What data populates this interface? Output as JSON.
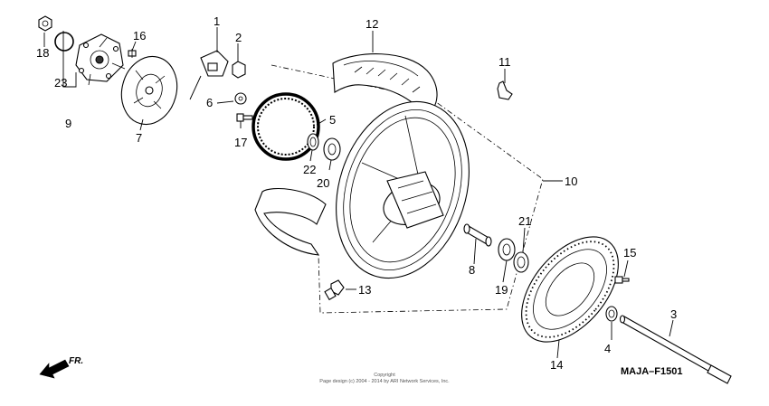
{
  "callouts": {
    "c1": "1",
    "c2": "2",
    "c3": "3",
    "c4": "4",
    "c5": "5",
    "c6": "6",
    "c7": "7",
    "c8": "8",
    "c9": "9",
    "c10": "10",
    "c11": "11",
    "c12": "12",
    "c13": "13",
    "c14": "14",
    "c15": "15",
    "c16": "16",
    "c17": "17",
    "c18": "18",
    "c19": "19",
    "c20": "20",
    "c21": "21",
    "c22": "22",
    "c23": "23"
  },
  "diagram_code": "MAJA–F1501",
  "direction_label": "FR.",
  "footer": {
    "line1": "Copyright",
    "line2": "Page design (c) 2004 - 2014 by ARI Network Services, Inc."
  }
}
